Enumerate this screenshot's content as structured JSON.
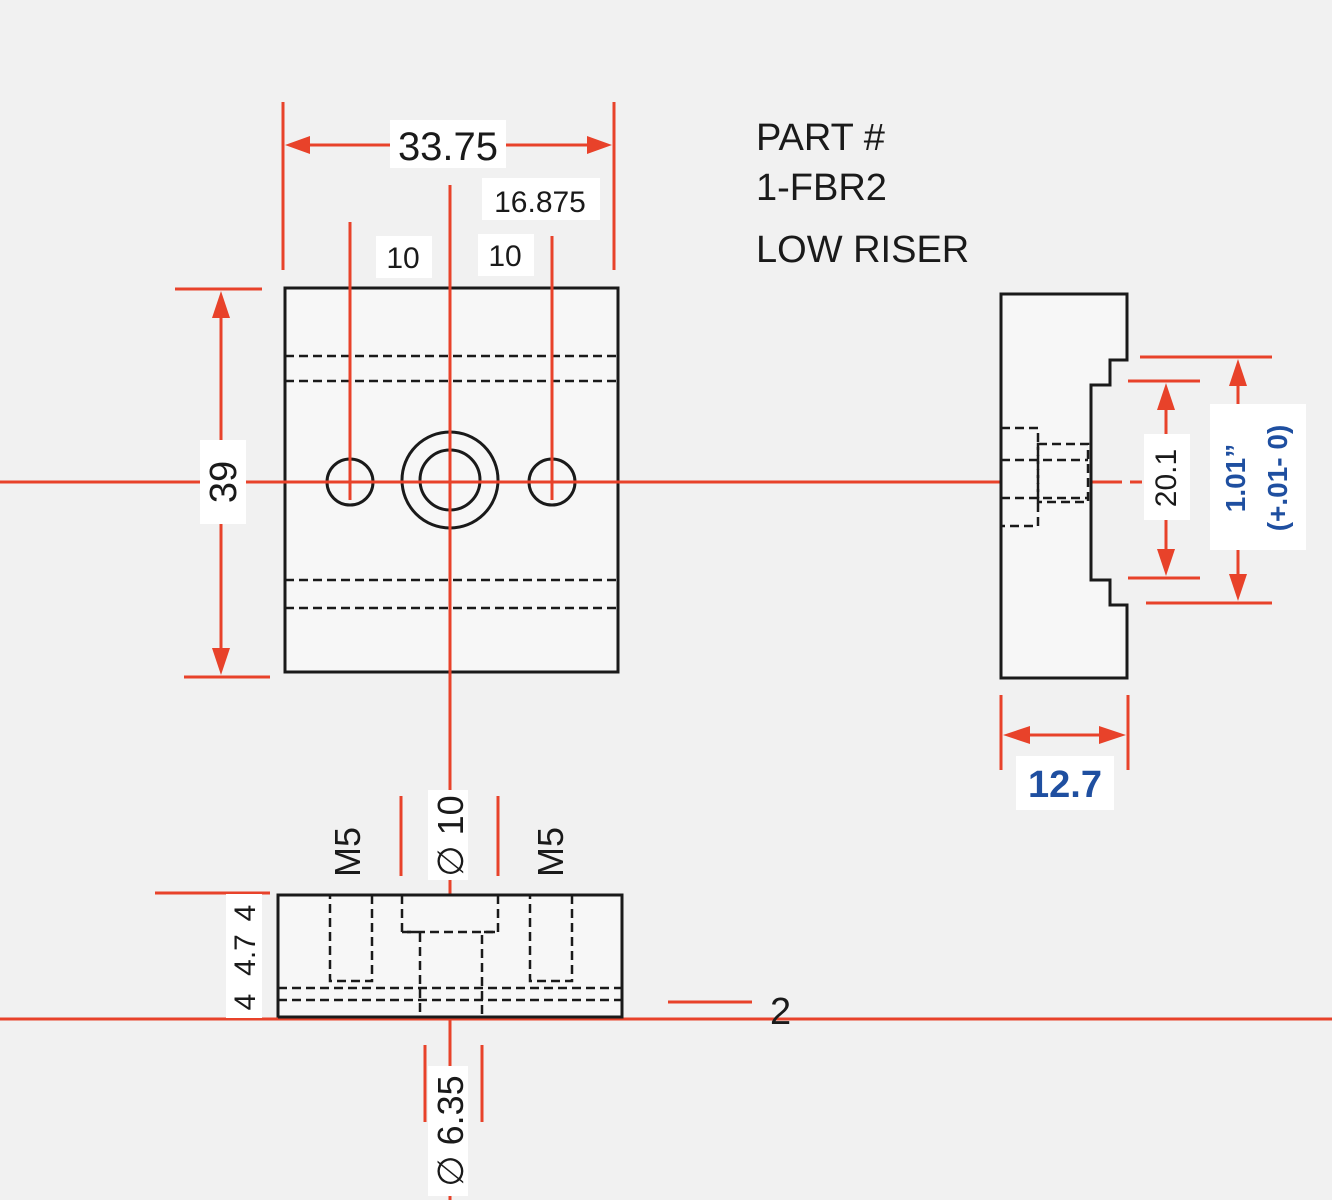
{
  "title": {
    "part_label": "PART #",
    "part_number": "1-FBR2",
    "name": "LOW RISER"
  },
  "top_view": {
    "width": "33.75",
    "center_offset": "16.875",
    "hole_left_offset": "10",
    "hole_right_offset": "10",
    "height": "39"
  },
  "side_view": {
    "slot_width": "20.1",
    "tolerance_value": "1.01”",
    "tolerance_range": "(+.01- 0)",
    "thickness": "12.7"
  },
  "front_view": {
    "thread_left": "M5",
    "counterbore": "∅ 10",
    "thread_right": "M5",
    "depth_top": "4",
    "depth_mid": "4.7",
    "depth_bottom": "4",
    "ledge": "2",
    "through_hole": "∅ 6.35"
  },
  "colors": {
    "dimension_line": "#e8422a",
    "outline": "#1a1a1a",
    "highlight_text": "#1f4fa0",
    "background": "#f1f1f1"
  }
}
